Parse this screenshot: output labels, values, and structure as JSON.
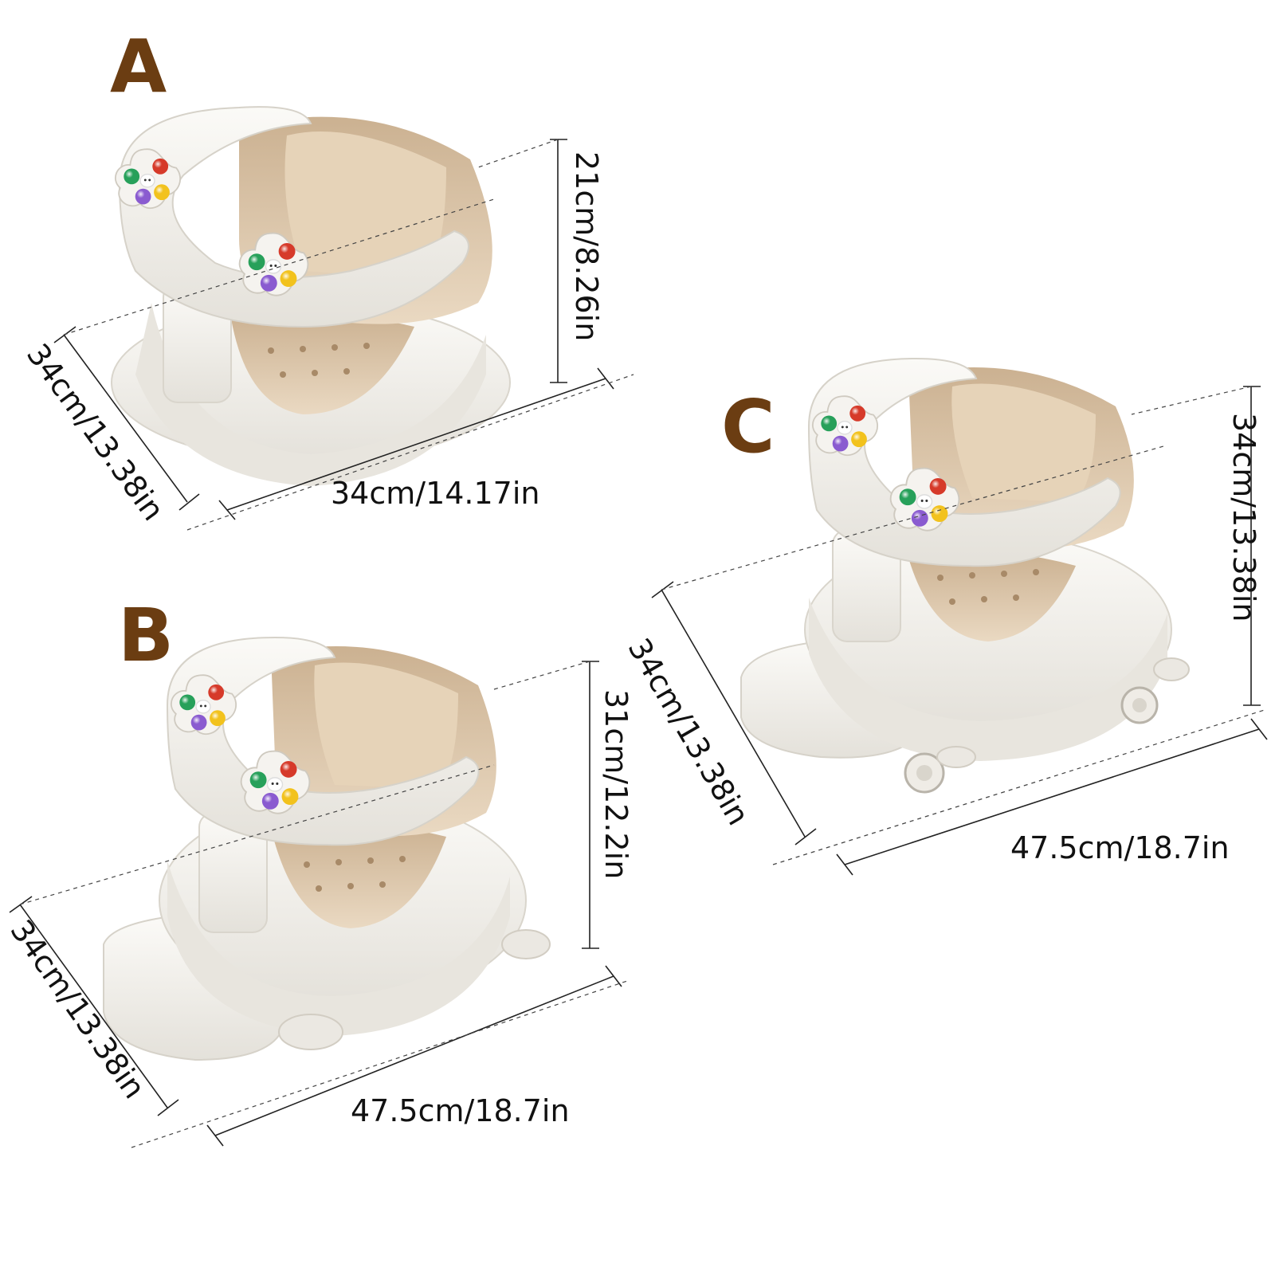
{
  "variants": [
    {
      "letter": "A",
      "dims": {
        "depth": "34cm/13.38in",
        "width": "34cm/14.17in",
        "height": "21cm/8.26in"
      }
    },
    {
      "letter": "B",
      "dims": {
        "depth": "34cm/13.38in",
        "width": "47.5cm/18.7in",
        "height": "31cm/12.2in"
      }
    },
    {
      "letter": "C",
      "dims": {
        "depth": "34cm/13.38in",
        "width": "47.5cm/18.7in",
        "height": "34cm/13.38in"
      }
    }
  ],
  "colors": {
    "letter": "#6b3d12",
    "seat_white": "#f1efea",
    "seat_tan": "#d8c4a8",
    "toy_red": "#d63a2a",
    "toy_yellow": "#f2c21d",
    "toy_green": "#27a05a",
    "toy_purple": "#8a5bd0"
  }
}
